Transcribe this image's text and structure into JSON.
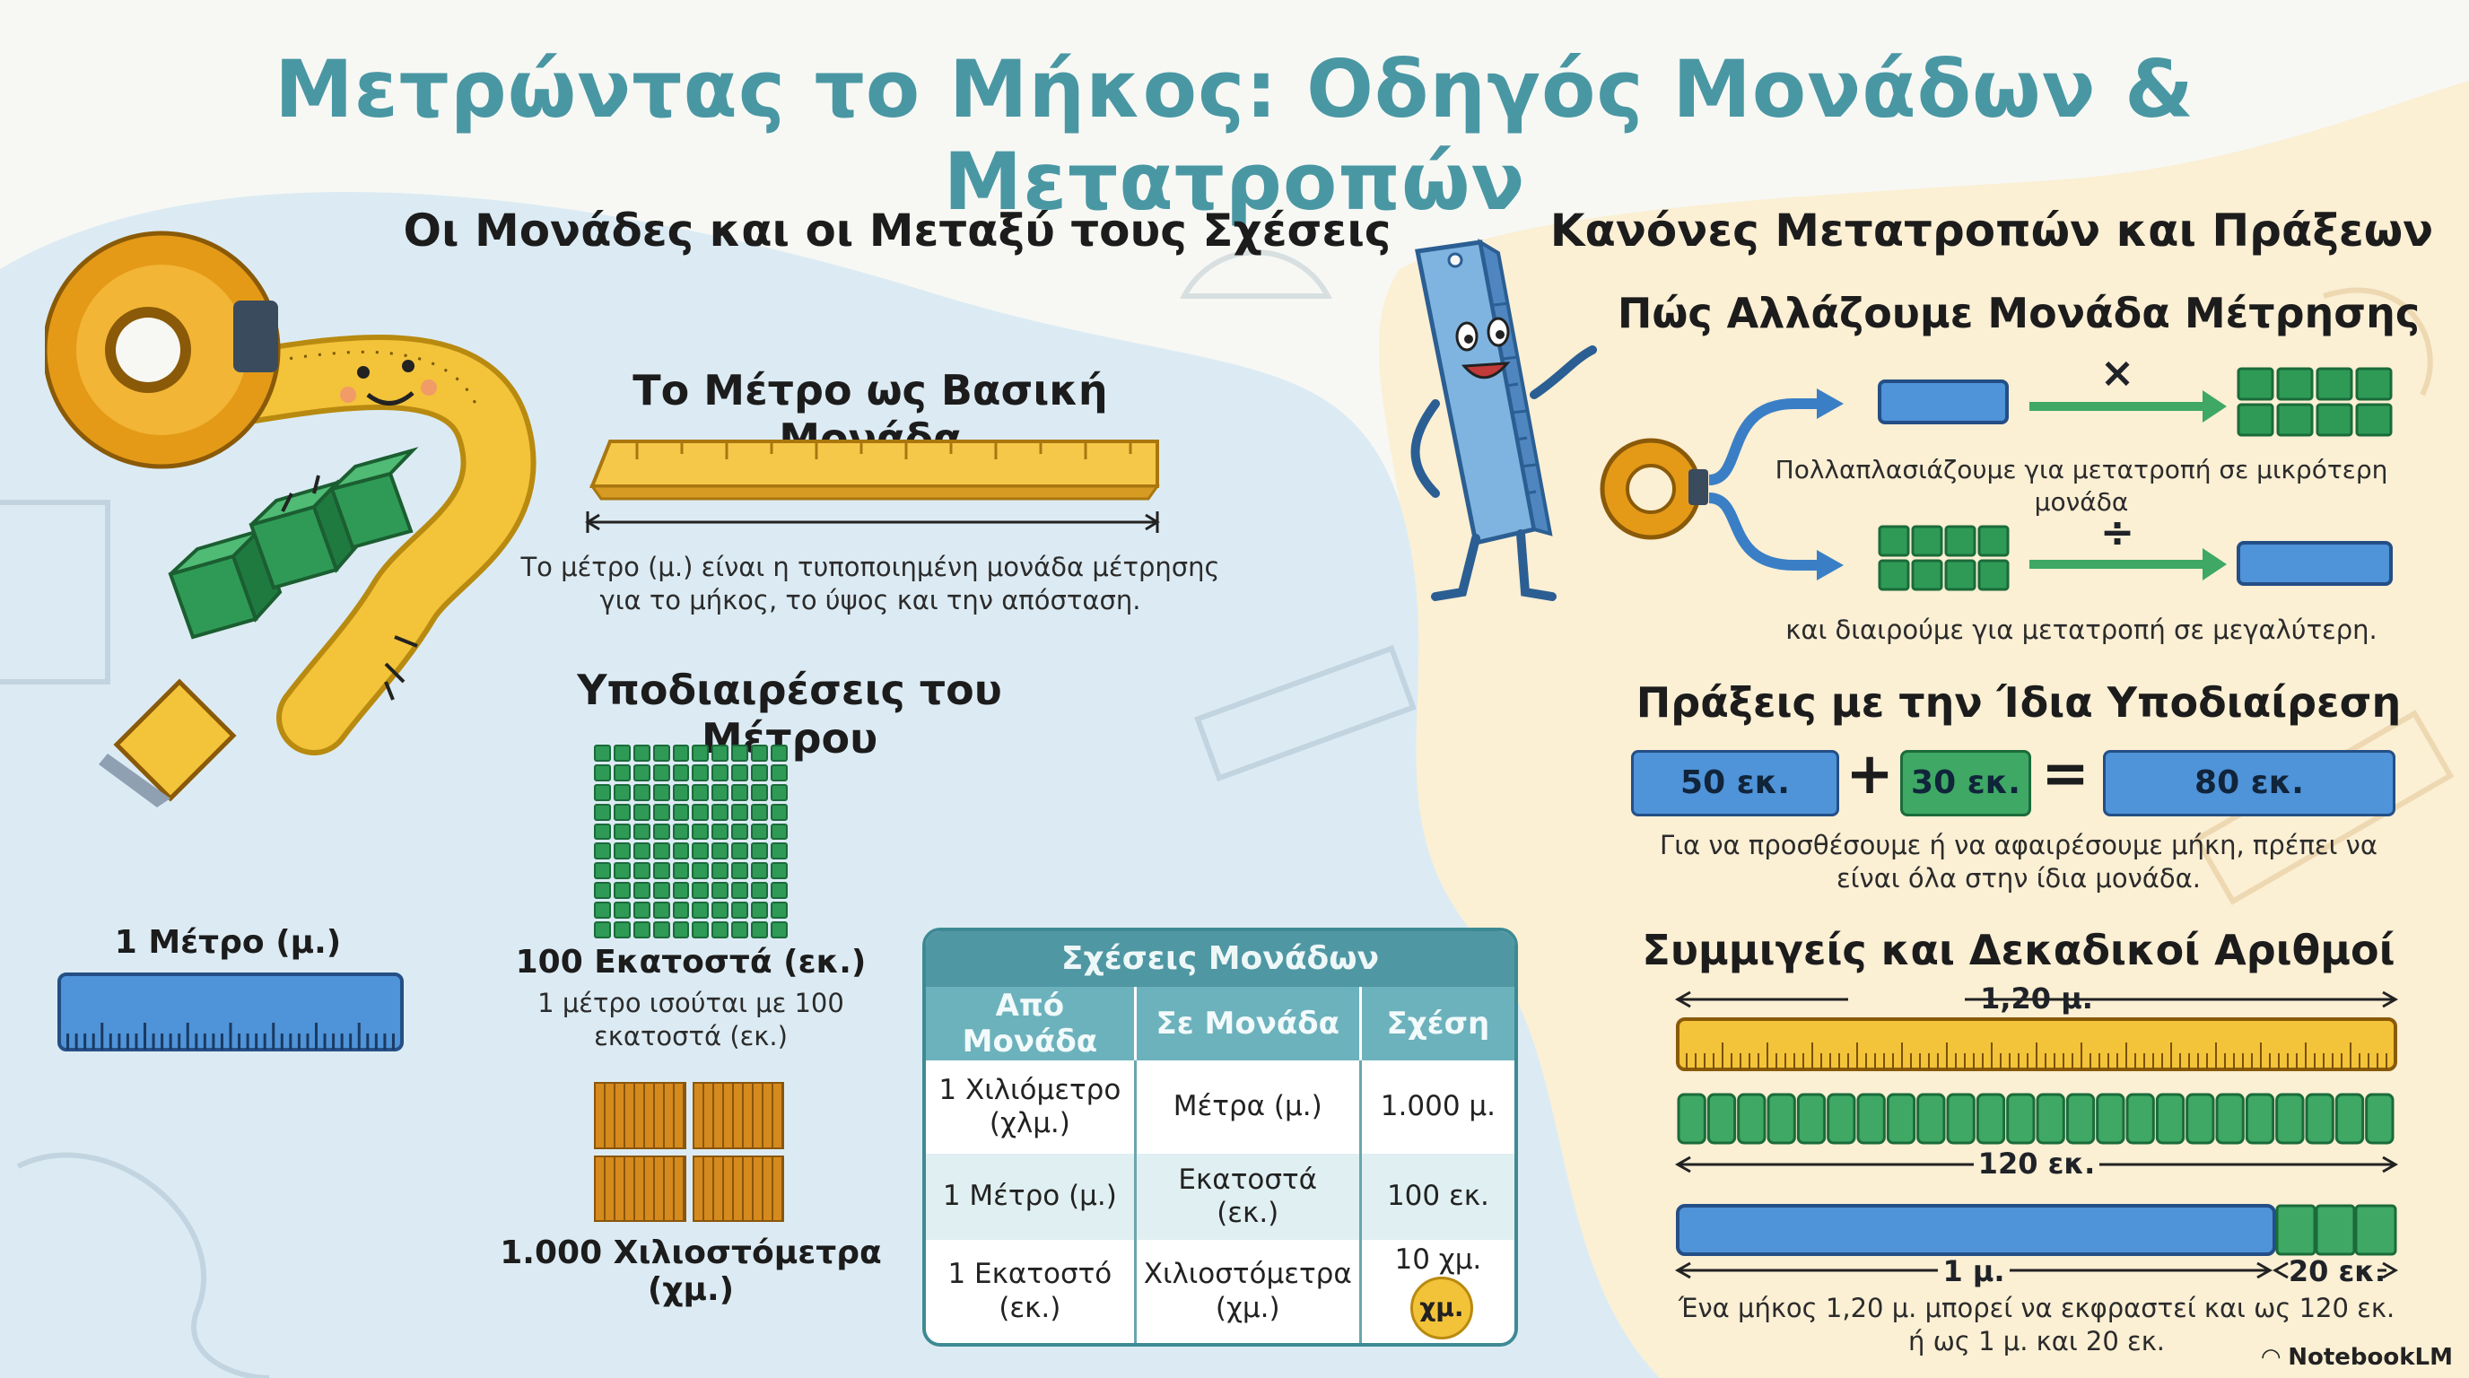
{
  "title": "Μετρώντας το Μήκος: Οδηγός Μονάδων & Μετατροπών",
  "left": {
    "heading": "Οι Μονάδες και οι Μεταξύ τους Σχέσεις",
    "meter_base": {
      "heading": "Το Μέτρο ως Βασική Μονάδα",
      "caption_line1": "Το μέτρο (μ.) είναι η τυποποιημένη μονάδα μέτρησης",
      "caption_line2": "για το μήκος, το ύψος και την απόσταση."
    },
    "subdivisions_heading": "Υποδιαιρέσεις του Μέτρου",
    "one_meter_label": "1 Μέτρο (μ.)",
    "cm_label": "100 Εκατοστά (εκ.)",
    "cm_caption_line1": "1 μέτρο ισούται με 100",
    "cm_caption_line2": "εκατοστά (εκ.)",
    "mm_label": "1.000 Χιλιοστόμετρα (χμ.)"
  },
  "table": {
    "title": "Σχέσεις Μονάδων",
    "headers": [
      "Από Μονάδα",
      "Σε Μονάδα",
      "Σχέση"
    ],
    "rows": [
      {
        "from_l1": "1 Χιλιόμετρο",
        "from_l2": "(χλμ.)",
        "to_l1": "Μέτρα (μ.)",
        "to_l2": "",
        "rel": "1.000 μ."
      },
      {
        "from_l1": "1 Μέτρο (μ.)",
        "from_l2": "",
        "to_l1": "Εκατοστά (εκ.)",
        "to_l2": "",
        "rel": "100 εκ."
      },
      {
        "from_l1": "1 Εκατοστό",
        "from_l2": "(εκ.)",
        "to_l1": "Χιλιοστόμετρα",
        "to_l2": "(χμ.)",
        "rel": "10 χμ."
      }
    ],
    "badge": "χμ."
  },
  "right": {
    "heading": "Κανόνες Μετατροπών και Πράξεων",
    "change_unit": {
      "heading": "Πώς Αλλάζουμε Μονάδα Μέτρησης",
      "multiply_symbol": "×",
      "multiply_caption": "Πολλαπλασιάζουμε για μετατροπή σε μικρότερη μονάδα",
      "divide_symbol": "÷",
      "divide_caption": "και διαιρούμε για μετατροπή σε μεγαλύτερη."
    },
    "same_sub": {
      "heading": "Πράξεις με την Ίδια Υποδιαίρεση",
      "a": "50 εκ.",
      "plus": "+",
      "b": "30 εκ.",
      "equals": "=",
      "result": "80 εκ.",
      "caption_line1": "Για να προσθέσουμε ή να αφαιρέσουμε μήκη, πρέπει να",
      "caption_line2": "είναι όλα στην ίδια μονάδα."
    },
    "mixed": {
      "heading": "Συμμιγείς και Δεκαδικοί Αριθμοί",
      "top_label": "1,20 μ.",
      "mid_label": "120 εκ.",
      "left_label": "1 μ.",
      "right_label": "20 εκ.",
      "caption_line1": "Ένα μήκος 1,20 μ. μπορεί να εκφραστεί και ως 120 εκ.",
      "caption_line2": "ή ως 1 μ. και 20 εκ."
    }
  },
  "brand": "NotebookLM",
  "colors": {
    "title": "#4a97a4",
    "blue": "#4f93d8",
    "green": "#2e9a56",
    "yellow": "#f2c238",
    "teal": "#4f97a3"
  }
}
